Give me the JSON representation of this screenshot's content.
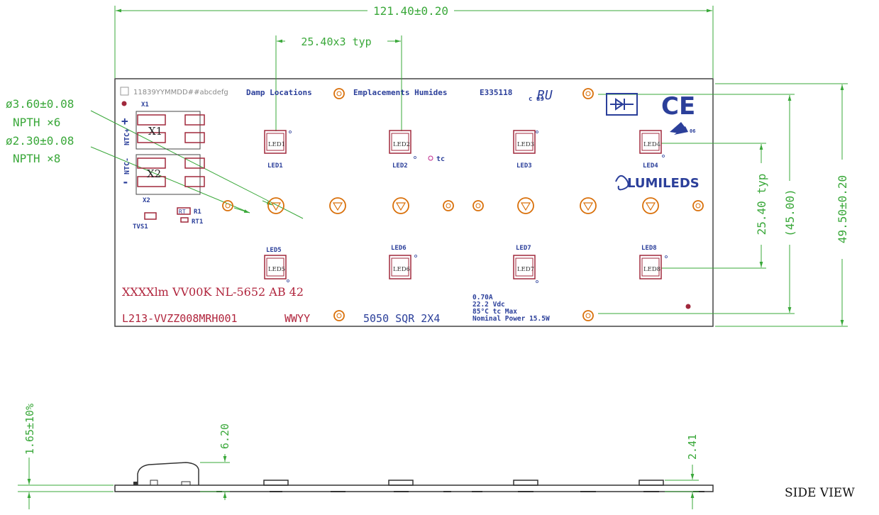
{
  "dimensions": {
    "width": "121.40±0.20",
    "led_pitch": "25.40x3 typ",
    "hole_large": "ø3.60±0.08",
    "hole_large_count": "NPTH ×6",
    "hole_small": "ø2.30±0.08",
    "hole_small_count": "NPTH ×8",
    "row_pitch": "25.40 typ",
    "hole_span": "(45.00)",
    "height": "49.50±0.20",
    "thickness": "1.65±10%",
    "connector_height": "6.20",
    "led_height": "2.41"
  },
  "board": {
    "date_code": "11839YYMMDD##abcdefg",
    "damp_en": "Damp Locations",
    "damp_fr": "Emplacements Humides",
    "ul_file": "E335118",
    "ul_mark": "c  us",
    "ce_mark": "CE",
    "tc_label": "tc",
    "ntc_plus": "NTC+",
    "ntc_minus": "NTC-",
    "plus": "+",
    "minus": "-",
    "x1": "X1",
    "x2": "X2",
    "r1": "R1",
    "rt1": "RT1",
    "rt_chip": "RT",
    "tvs1": "TVS1",
    "lumileds": "LUMILEDS",
    "leds": [
      "LED1",
      "LED2",
      "LED3",
      "LED4",
      "LED5",
      "LED6",
      "LED7",
      "LED8"
    ],
    "flux_line": "XXXXlm VV00K NL-5652 AB 42",
    "part_number": "L213-VVZZ008MRH001",
    "wwyy": "WWYY",
    "package": "5050 SQR 2X4",
    "current": "0.70A",
    "voltage": "22.2 Vdc",
    "tc_max": "85°C tc Max",
    "power": "Nominal Power 15.5W"
  },
  "side_view_label": "SIDE VIEW",
  "colors": {
    "dimension": "#3aa83a",
    "silkscreen_blue": "#2b3f9a",
    "silkscreen_red": "#b0243c",
    "hole_orange": "#d9700a",
    "pad": "#a0283c"
  }
}
